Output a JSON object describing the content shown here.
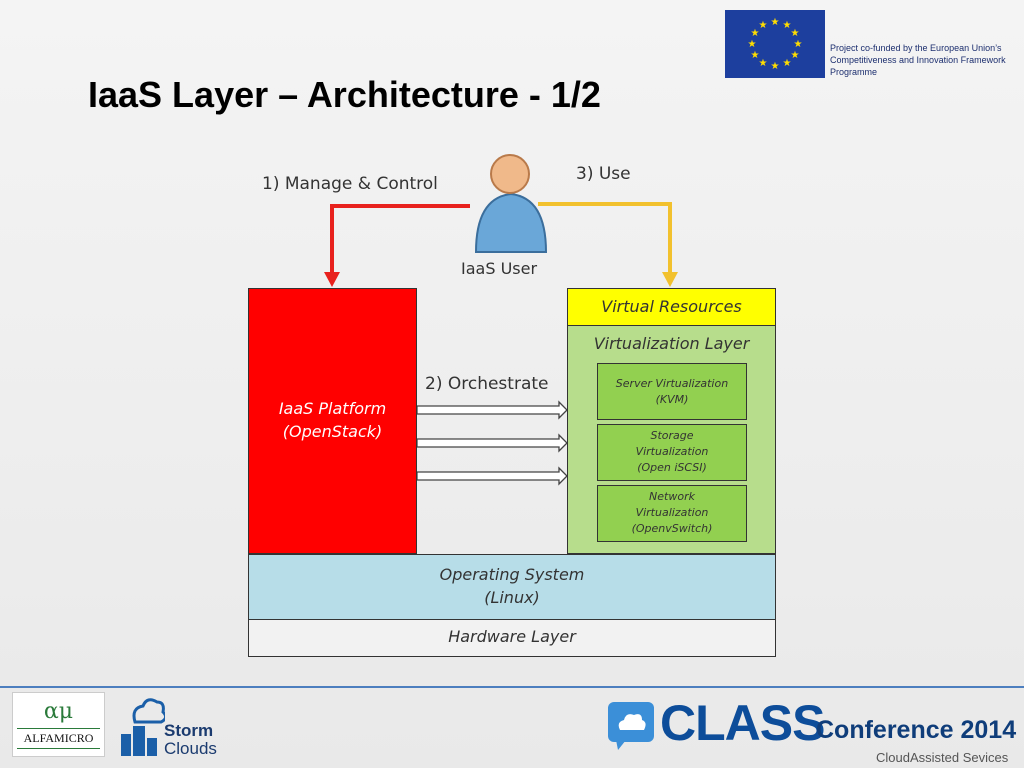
{
  "slide": {
    "title": "IaaS Layer – Architecture - 1/2"
  },
  "eu": {
    "text": "Project co-funded by the European Union’s Competitiveness and Innovation Framework Programme"
  },
  "diagram": {
    "user_label": "IaaS User",
    "flow_manage": "1) Manage & Control",
    "flow_orchestrate": "2) Orchestrate",
    "flow_use": "3) Use",
    "platform": "IaaS Platform\n(OpenStack)",
    "virtual_resources": "Virtual Resources",
    "virtualization_layer": "Virtualization Layer",
    "server_virt": "Server Virtualization\n(KVM)",
    "storage_virt": "Storage\nVirtualization\n(Open iSCSI)",
    "network_virt": "Network\nVirtualization\n(OpenvSwitch)",
    "os": "Operating System\n(Linux)",
    "hardware": "Hardware Layer",
    "colors": {
      "platform": "#ff0000",
      "virtual_resources": "#ffff00",
      "virtualization": "#b7dd8c",
      "virt_box": "#92d050",
      "os": "#b7dde8",
      "hardware": "#f2f2f2",
      "arrow_red": "#e8211d",
      "arrow_yellow": "#f2c12e"
    }
  },
  "footer": {
    "alfamicro_symbol": "αμ",
    "alfamicro_name": "ALFAMICRO",
    "storm_line1": "Storm",
    "storm_line2": "Clouds",
    "class_logo": "CLASS",
    "conference": "Conference 2014",
    "cloud_services": "CloudAssisted Sevices"
  }
}
